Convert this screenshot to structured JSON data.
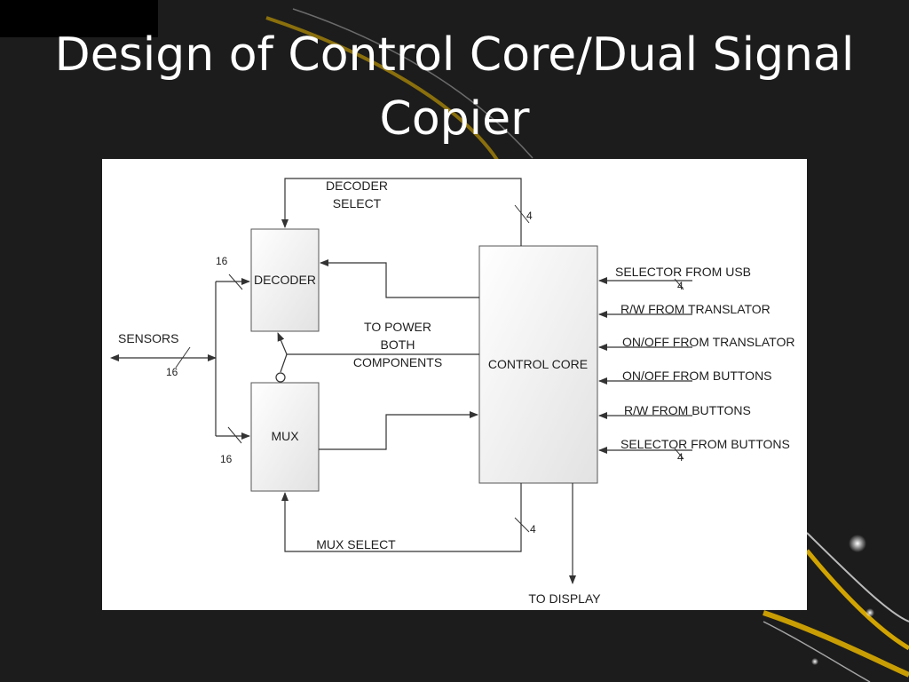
{
  "slide": {
    "title": "Design of Control Core/Dual Signal Copier",
    "colors": {
      "background": "#1c1c1c",
      "streak": "#e6b400",
      "panel": "#ffffff"
    }
  },
  "diagram": {
    "blocks": {
      "decoder": "DECODER",
      "mux": "MUX",
      "control_core": "CONTROL CORE"
    },
    "labels": {
      "decoder_select_1": "DECODER",
      "decoder_select_2": "SELECT",
      "mux_select": "MUX SELECT",
      "sensors": "SENSORS",
      "to_power_1": "TO POWER",
      "to_power_2": "BOTH",
      "to_power_3": "COMPONENTS",
      "to_display": "TO DISPLAY"
    },
    "inputs": [
      "SELECTOR FROM USB",
      "R/W FROM TRANSLATOR",
      "ON/OFF FROM TRANSLATOR",
      "ON/OFF FROM BUTTONS",
      "R/W FROM BUTTONS",
      "SELECTOR FROM BUTTONS"
    ],
    "bus_widths": {
      "decoder_select": "4",
      "mux_select": "4",
      "decoder_in": "16",
      "sensors": "16",
      "mux_in": "16",
      "usb": "4",
      "selector_buttons": "4"
    }
  }
}
